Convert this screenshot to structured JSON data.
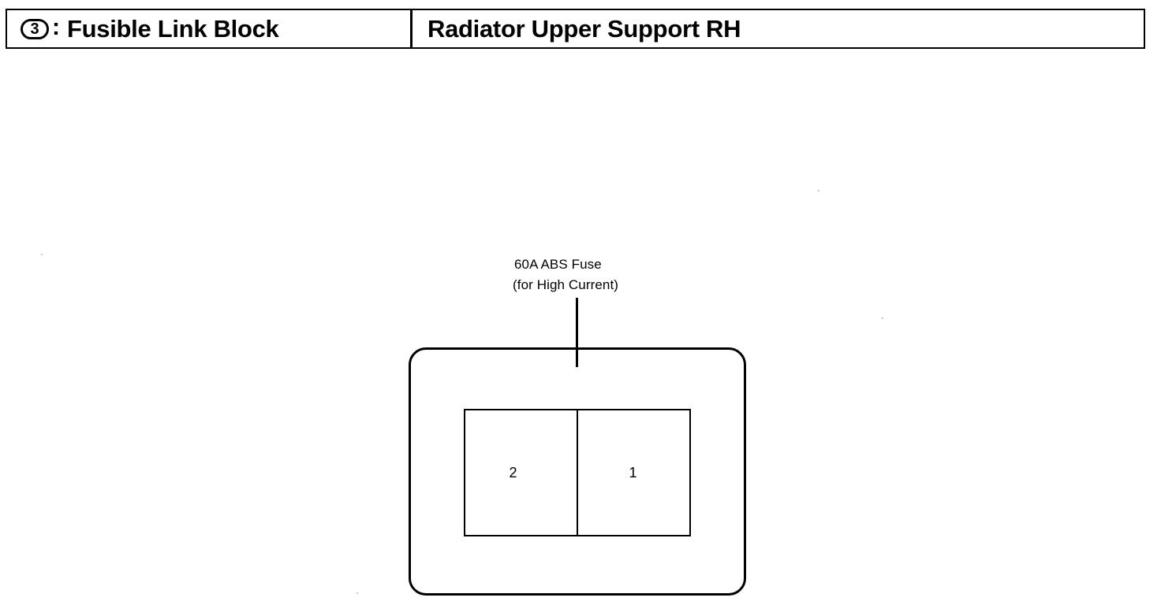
{
  "header": {
    "marker_symbol": "3",
    "marker_separator": ":",
    "marker_label": "Fusible Link Block",
    "title": "Radiator Upper Support RH"
  },
  "diagram": {
    "callout": {
      "line1": "60A ABS Fuse",
      "line2": "(for High Current)"
    },
    "component_name": "Fusible Link Block",
    "terminals": [
      {
        "number": "2",
        "position": "left"
      },
      {
        "number": "1",
        "position": "right"
      }
    ]
  },
  "colors": {
    "ink": "#000000",
    "background": "#ffffff"
  }
}
